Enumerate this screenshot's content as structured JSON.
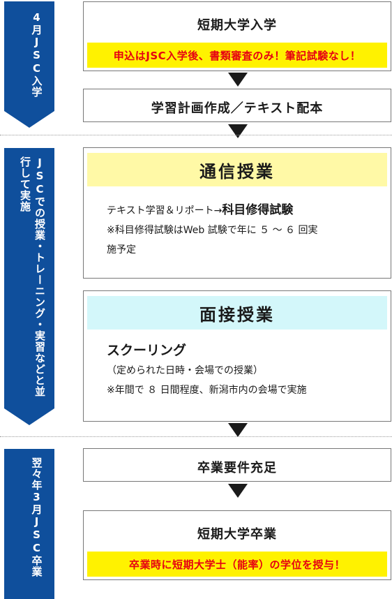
{
  "phases": {
    "april": "4月JSC入学",
    "parallel": "JSCでの授業・トレーニング・実習などと並行して実施",
    "graduation": "翌々年3月JSC卒業"
  },
  "steps": {
    "enroll": {
      "title": "短期大学入学",
      "note": "申込はJSC入学後、書類審査のみ！筆記試験なし！"
    },
    "plan": {
      "title": "学習計画作成／テキスト配本"
    },
    "correspondence": {
      "title": "通信授業",
      "line1_prefix": "テキスト学習＆リポート→",
      "line1_bold": "科目修得試験",
      "note_line1": "※科目修得試験はWeb 試験で年に ５ 〜 ６ 回実",
      "note_line2": "施予定"
    },
    "faceToFace": {
      "title": "面接授業",
      "subtitle": "スクーリング",
      "line1": "（定められた日時・会場での授業）",
      "line2": "※年間で ８ 日間程度、新潟市内の会場で実施"
    },
    "requirements": {
      "title": "卒業要件充足"
    },
    "graduate": {
      "title": "短期大学卒業",
      "note": "卒業時に短期大学士（能率）の学位を授与！"
    }
  },
  "colors": {
    "phase_blue": "#0f4f9c",
    "highlight_yellow": "#fff200",
    "highlight_red": "#e60012",
    "correspondence_band": "#fff9a6",
    "faceToFace_band": "#d3f7fa"
  }
}
